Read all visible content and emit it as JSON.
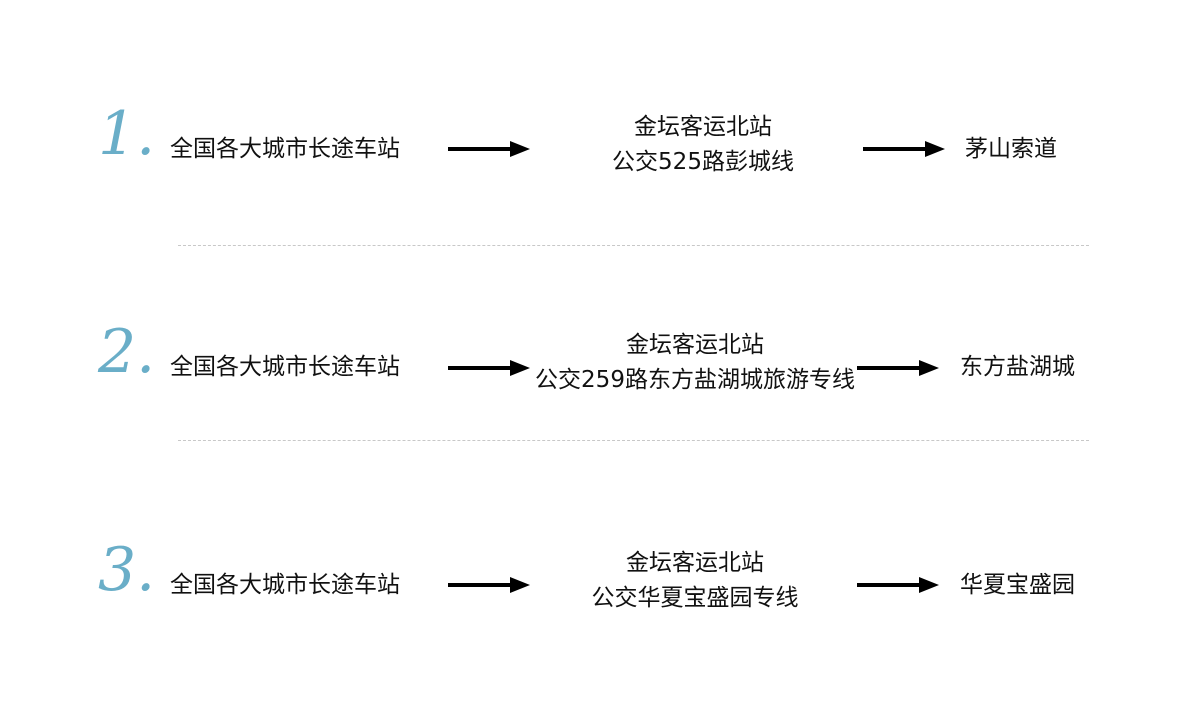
{
  "routes": [
    {
      "number": "1.",
      "origin": "全国各大城市长途车站",
      "hub": "金坛客运北站",
      "bus": "公交525路彭城线",
      "destination": "茅山索道"
    },
    {
      "number": "2.",
      "origin": "全国各大城市长途车站",
      "hub": "金坛客运北站",
      "bus": "公交259路东方盐湖城旅游专线",
      "destination": "东方盐湖城"
    },
    {
      "number": "3.",
      "origin": "全国各大城市长途车站",
      "hub": "金坛客运北站",
      "bus": "公交华夏宝盛园专线",
      "destination": "华夏宝盛园"
    }
  ],
  "colors": {
    "number": "#6aaec8",
    "text": "#111111",
    "arrow": "#000000",
    "divider": "#c8c8c8"
  },
  "icons": {
    "arrow": "right-arrow-icon"
  }
}
